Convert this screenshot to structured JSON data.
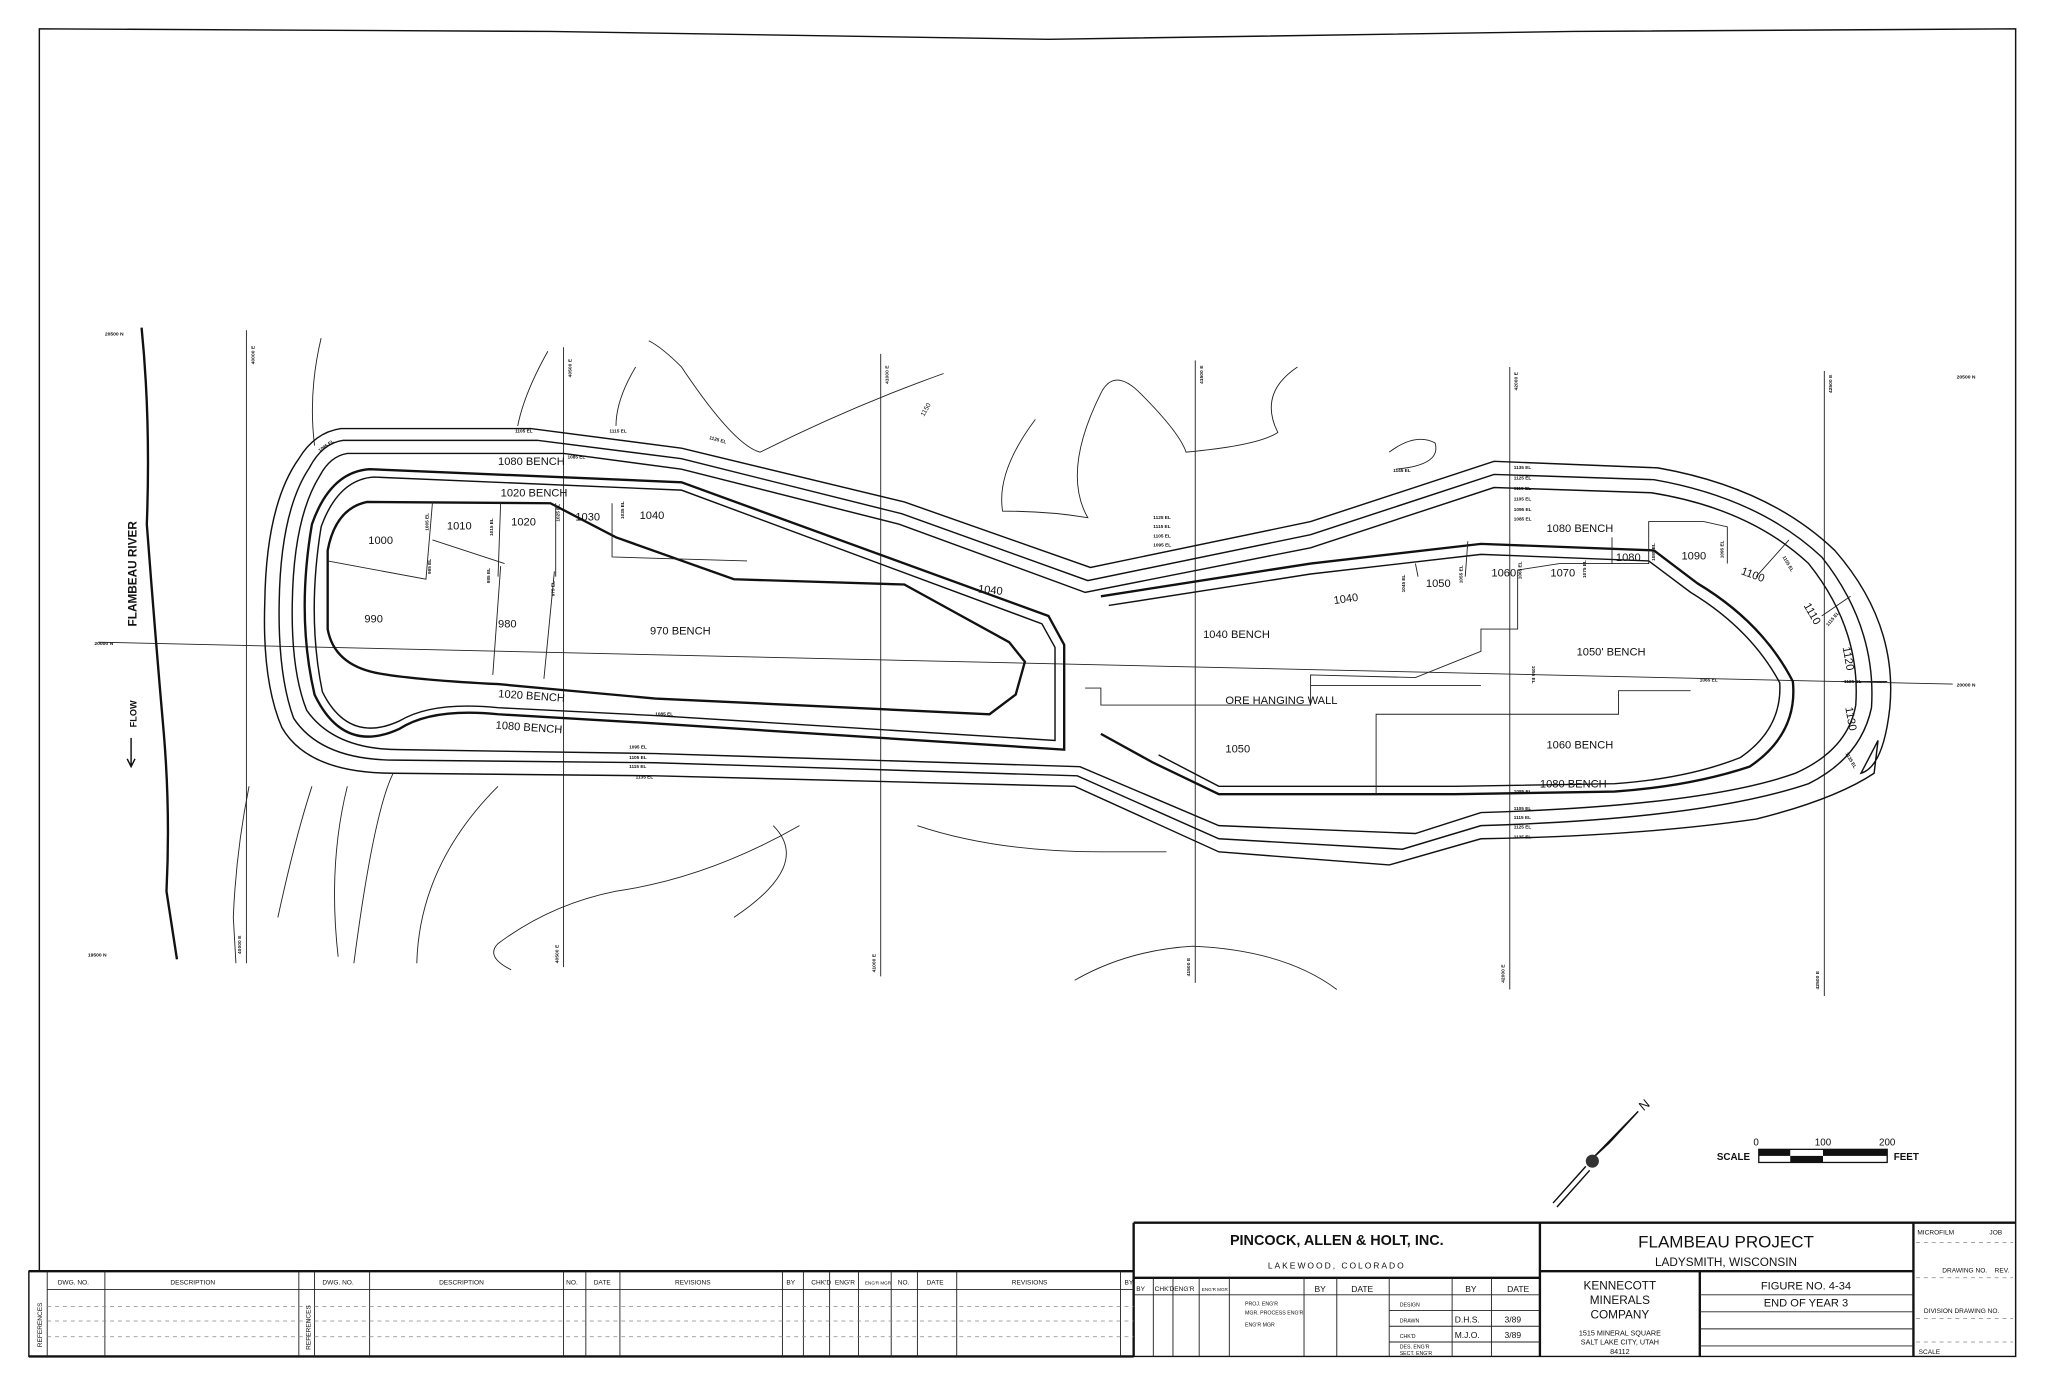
{
  "map": {
    "river_label": "FLAMBEAU RIVER",
    "flow_label": "FLOW",
    "labels": [
      "1080 BENCH",
      "1020 BENCH",
      "1000",
      "1010",
      "1020",
      "1030",
      "1040",
      "990",
      "980",
      "970 BENCH",
      "1040",
      "1020 BENCH",
      "1080 BENCH",
      "1040 BENCH",
      "ORE HANGING WALL",
      "1050",
      "1040",
      "1050",
      "1060",
      "1070",
      "1080",
      "1090",
      "1100",
      "1110",
      "1120",
      "1130",
      "1080 BENCH",
      "1050' BENCH",
      "1060 BENCH",
      "1080 BENCH"
    ],
    "elevation_labels": [
      "1095 EL",
      "1105 EL",
      "1115 EL",
      "1125 EL",
      "1085 EL",
      "1005 EL",
      "1015 EL",
      "1025 EL",
      "1035 EL",
      "995 EL",
      "985 EL",
      "975 EL",
      "1085 EL",
      "1095 EL",
      "1105 EL",
      "1115 EL",
      "1135 EL",
      "1125 EL",
      "1115 EL",
      "1105 EL",
      "1095 EL",
      "1145 EL",
      "1135 EL",
      "1125 EL",
      "1115 EL",
      "1105 EL",
      "1095 EL",
      "1085 EL",
      "1045 EL",
      "1055 EL",
      "1065 EL",
      "1075 EL",
      "1085 EL",
      "1095 EL",
      "1105 EL",
      "1115 EL",
      "1055 EL",
      "1065 EL",
      "1125 EL",
      "1135 EL",
      "1085 EL",
      "1105 EL",
      "1115 EL",
      "1125 EL",
      "1135 EL"
    ],
    "grid_labels": {
      "north": [
        "20500 N",
        "20000 N",
        "19500 N",
        "20500 N",
        "20000 N"
      ],
      "east": [
        "40000 E",
        "40500 E",
        "41000 E",
        "41500 E",
        "42000 E",
        "42500 E"
      ]
    },
    "contour_label": "1150"
  },
  "scale_bar": {
    "label": "SCALE",
    "unit": "FEET",
    "ticks": [
      "0",
      "100",
      "200"
    ]
  },
  "north_arrow": {
    "label": "N"
  },
  "title_block": {
    "consultant": "PINCOCK, ALLEN & HOLT, INC.",
    "consultant_location": "LAKEWOOD, COLORADO",
    "project": "FLAMBEAU PROJECT",
    "project_location": "LADYSMITH, WISCONSIN",
    "client": [
      "KENNECOTT",
      "MINERALS",
      "COMPANY"
    ],
    "client_address": [
      "1515 MINERAL SQUARE",
      "SALT LAKE CITY, UTAH",
      "84112"
    ],
    "figure_no": "FIGURE  NO.  4-34",
    "figure_title": "END  OF  YEAR  3",
    "microfilm": "MICROFILM",
    "job": "JOB",
    "drawing_no": "DRAWING NO.",
    "rev": "REV.",
    "division_drawing_no": "DIVISION DRAWING NO.",
    "scale": "SCALE",
    "signoff_headers": [
      "BY",
      "CHK'D",
      "ENG'R",
      "ENG'R MGR",
      "BY",
      "DATE",
      "BY",
      "DATE"
    ],
    "signoff_roles_left": [
      "PROJ. ENG'R",
      "MGR. PROCESS ENG'R",
      "ENG'R MGR"
    ],
    "signoff_roles_right": [
      "DESIGN",
      "DRAWN",
      "CHK'D",
      "DES. ENG'R",
      "SECT. ENG'R"
    ],
    "drawn_by": "D.H.S.",
    "drawn_date": "3/89",
    "checked_by": "M.J.O.",
    "checked_date": "3/89"
  },
  "references_strip": {
    "side_label": "REFERENCES",
    "headers": [
      "DWG. NO.",
      "DESCRIPTION",
      "DWG. NO.",
      "DESCRIPTION",
      "NO.",
      "DATE",
      "REVISIONS",
      "BY",
      "CHK'D",
      "ENG'R",
      "ENG'R MGR",
      "NO.",
      "DATE",
      "REVISIONS",
      "BY"
    ]
  }
}
